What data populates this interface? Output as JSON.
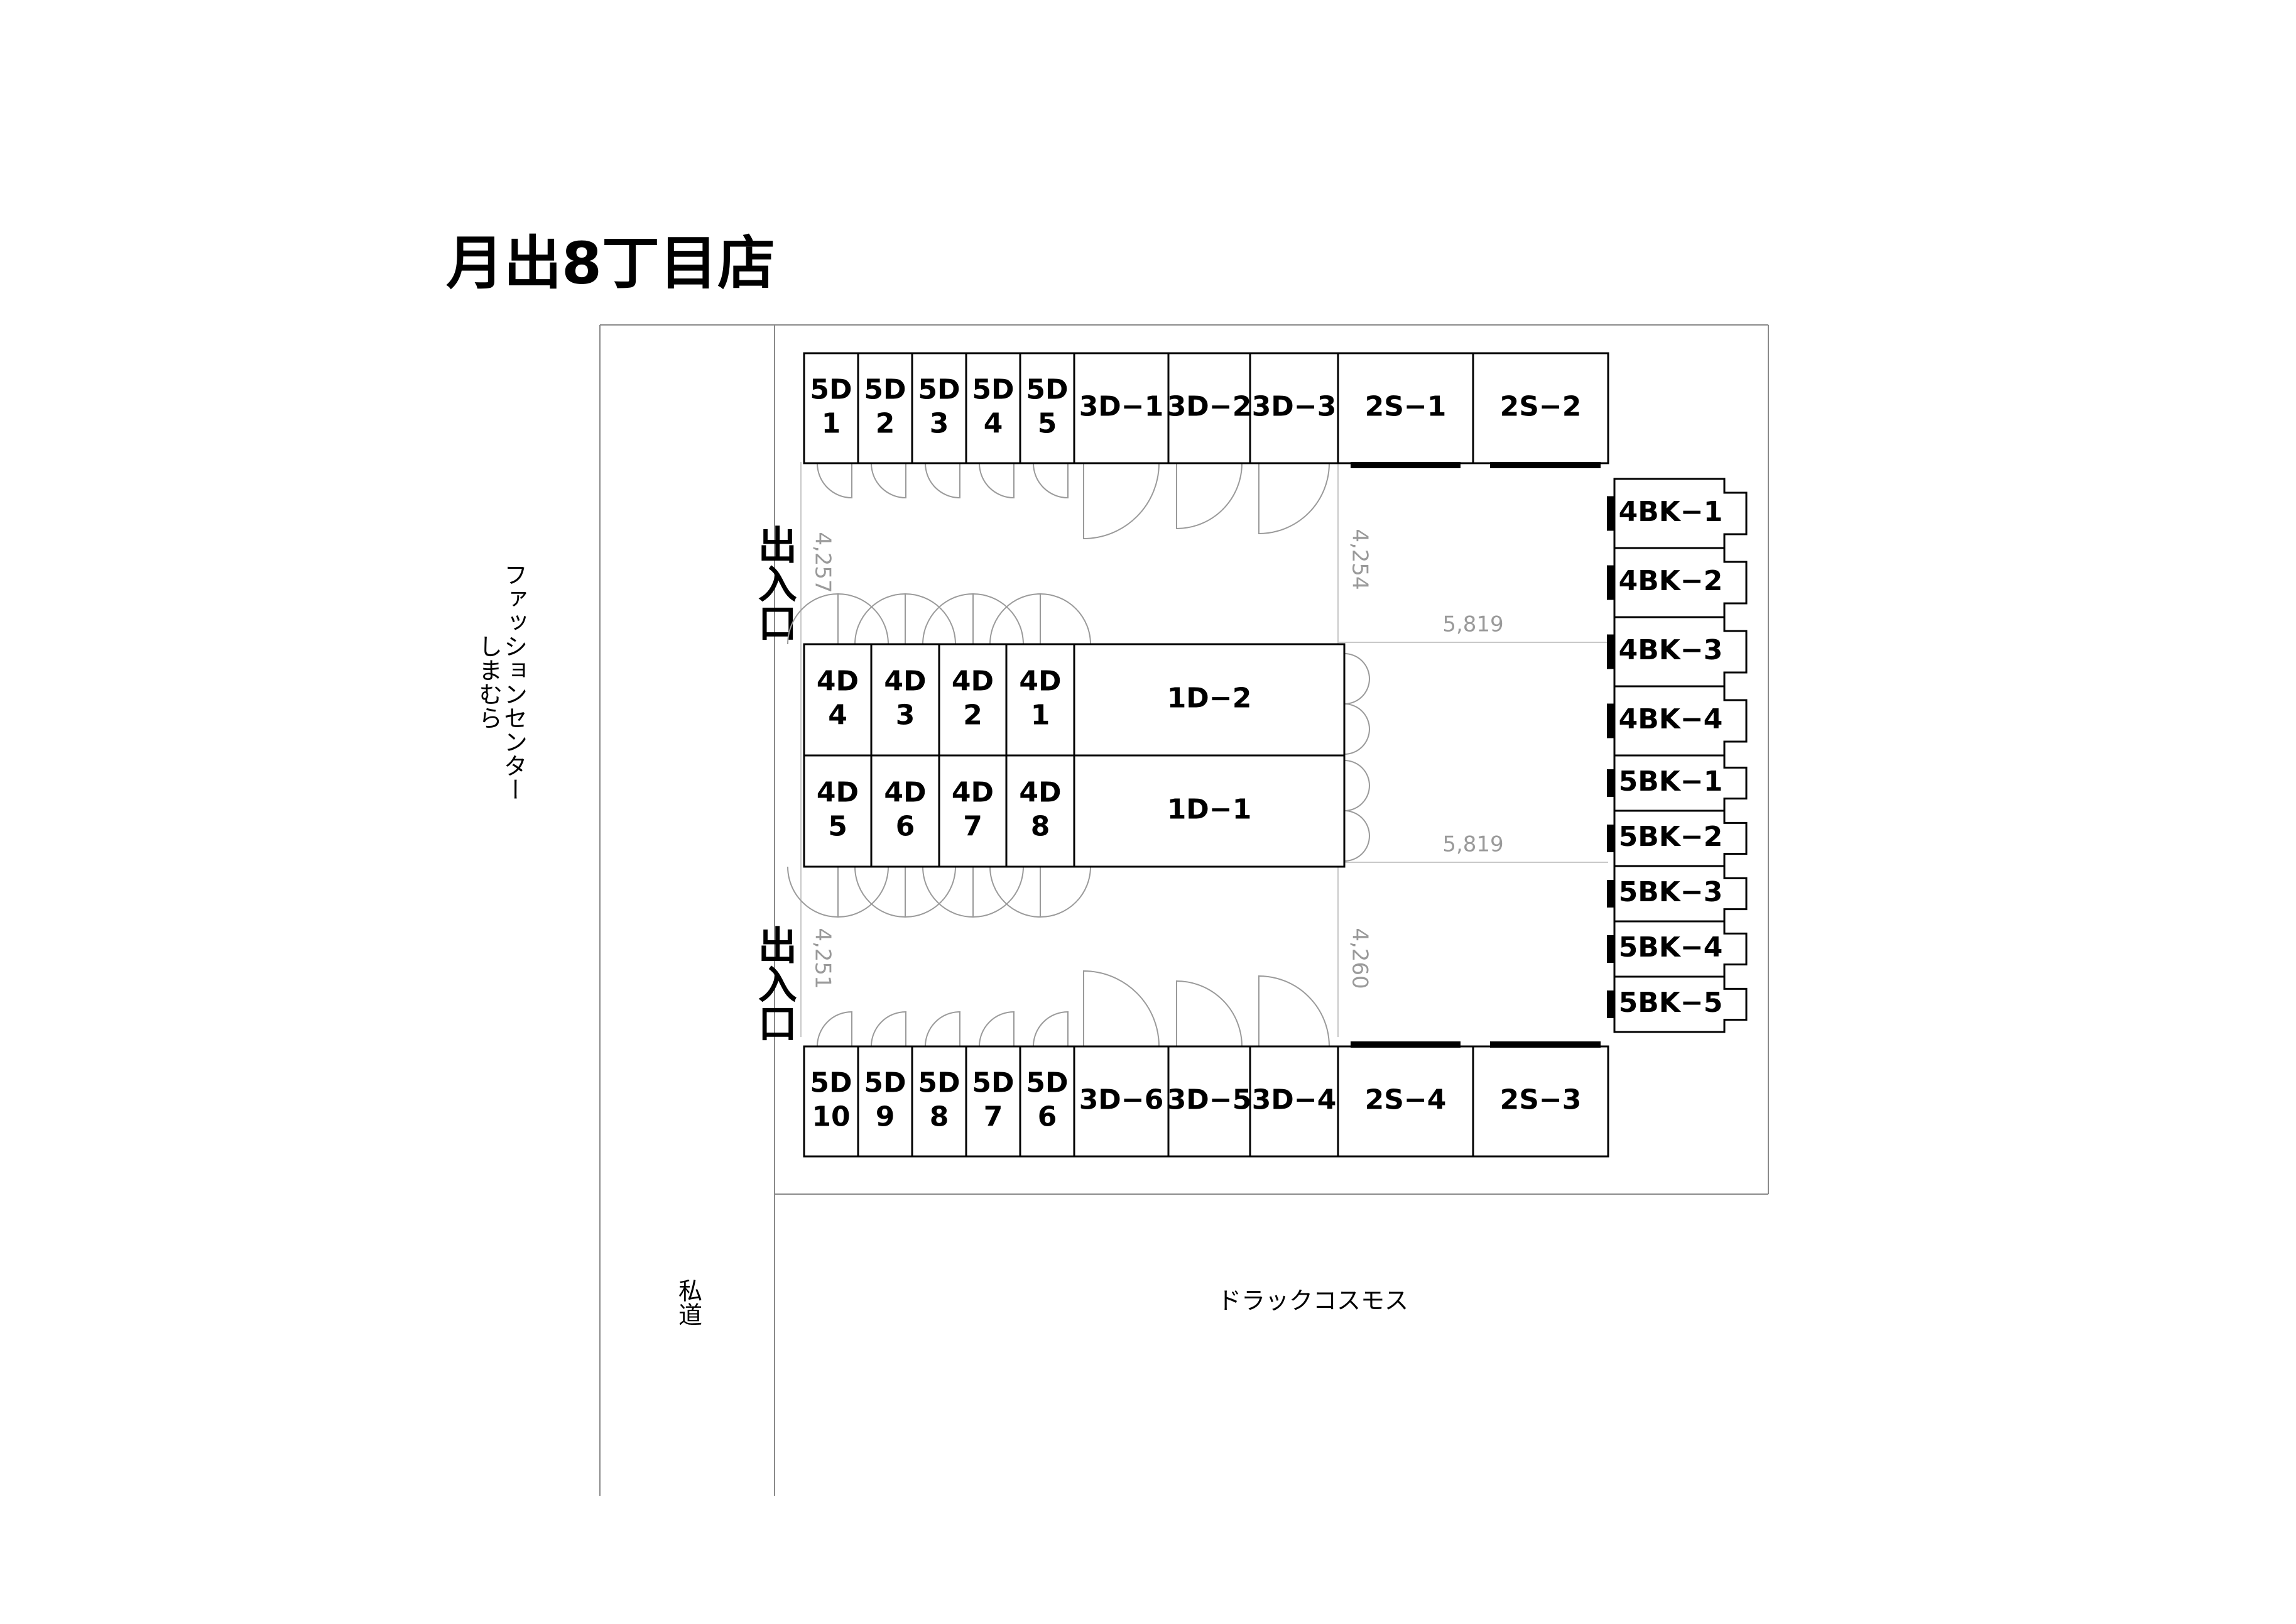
{
  "title": "月出8丁目店",
  "labels": {
    "shimamura_col1": "ファッションセンター",
    "shimamura_col2": "しまむら",
    "private_road": "私道",
    "drugstore": "ドラックコスモス",
    "entrance": "出入口"
  },
  "dimensions": {
    "top_left_depth": "4,257",
    "top_mid_depth": "4,254",
    "bottom_left_depth": "4,251",
    "bottom_mid_depth": "4,260",
    "upper_width": "5,819",
    "lower_width": "5,819"
  },
  "units": {
    "top_row": [
      {
        "id": "5D-1",
        "line1": "5D",
        "line2": "1"
      },
      {
        "id": "5D-2",
        "line1": "5D",
        "line2": "2"
      },
      {
        "id": "5D-3",
        "line1": "5D",
        "line2": "3"
      },
      {
        "id": "5D-4",
        "line1": "5D",
        "line2": "4"
      },
      {
        "id": "5D-5",
        "line1": "5D",
        "line2": "5"
      },
      {
        "id": "3D-1",
        "line1": "3D−1",
        "line2": ""
      },
      {
        "id": "3D-2",
        "line1": "3D−2",
        "line2": ""
      },
      {
        "id": "3D-3",
        "line1": "3D−3",
        "line2": ""
      },
      {
        "id": "2S-1",
        "line1": "2S−1",
        "line2": ""
      },
      {
        "id": "2S-2",
        "line1": "2S−2",
        "line2": ""
      }
    ],
    "bottom_row": [
      {
        "id": "5D-10",
        "line1": "5D",
        "line2": "10"
      },
      {
        "id": "5D-9",
        "line1": "5D",
        "line2": "9"
      },
      {
        "id": "5D-8",
        "line1": "5D",
        "line2": "8"
      },
      {
        "id": "5D-7",
        "line1": "5D",
        "line2": "7"
      },
      {
        "id": "5D-6",
        "line1": "5D",
        "line2": "6"
      },
      {
        "id": "3D-6",
        "line1": "3D−6",
        "line2": ""
      },
      {
        "id": "3D-5",
        "line1": "3D−5",
        "line2": ""
      },
      {
        "id": "3D-4",
        "line1": "3D−4",
        "line2": ""
      },
      {
        "id": "2S-4",
        "line1": "2S−4",
        "line2": ""
      },
      {
        "id": "2S-3",
        "line1": "2S−3",
        "line2": ""
      }
    ],
    "center_upper": [
      {
        "id": "4D-4",
        "line1": "4D",
        "line2": "4"
      },
      {
        "id": "4D-3",
        "line1": "4D",
        "line2": "3"
      },
      {
        "id": "4D-2",
        "line1": "4D",
        "line2": "2"
      },
      {
        "id": "4D-1",
        "line1": "4D",
        "line2": "1"
      },
      {
        "id": "1D-2",
        "line1": "1D−2",
        "line2": ""
      }
    ],
    "center_lower": [
      {
        "id": "4D-5",
        "line1": "4D",
        "line2": "5"
      },
      {
        "id": "4D-6",
        "line1": "4D",
        "line2": "6"
      },
      {
        "id": "4D-7",
        "line1": "4D",
        "line2": "7"
      },
      {
        "id": "4D-8",
        "line1": "4D",
        "line2": "8"
      },
      {
        "id": "1D-1",
        "line1": "1D−1",
        "line2": ""
      }
    ],
    "right_column": [
      {
        "id": "4BK-1",
        "label": "4BK−1"
      },
      {
        "id": "4BK-2",
        "label": "4BK−2"
      },
      {
        "id": "4BK-3",
        "label": "4BK−3"
      },
      {
        "id": "4BK-4",
        "label": "4BK−4"
      },
      {
        "id": "5BK-1",
        "label": "5BK−1"
      },
      {
        "id": "5BK-2",
        "label": "5BK−2"
      },
      {
        "id": "5BK-3",
        "label": "5BK−3"
      },
      {
        "id": "5BK-4",
        "label": "5BK−4"
      },
      {
        "id": "5BK-5",
        "label": "5BK−5"
      }
    ]
  }
}
